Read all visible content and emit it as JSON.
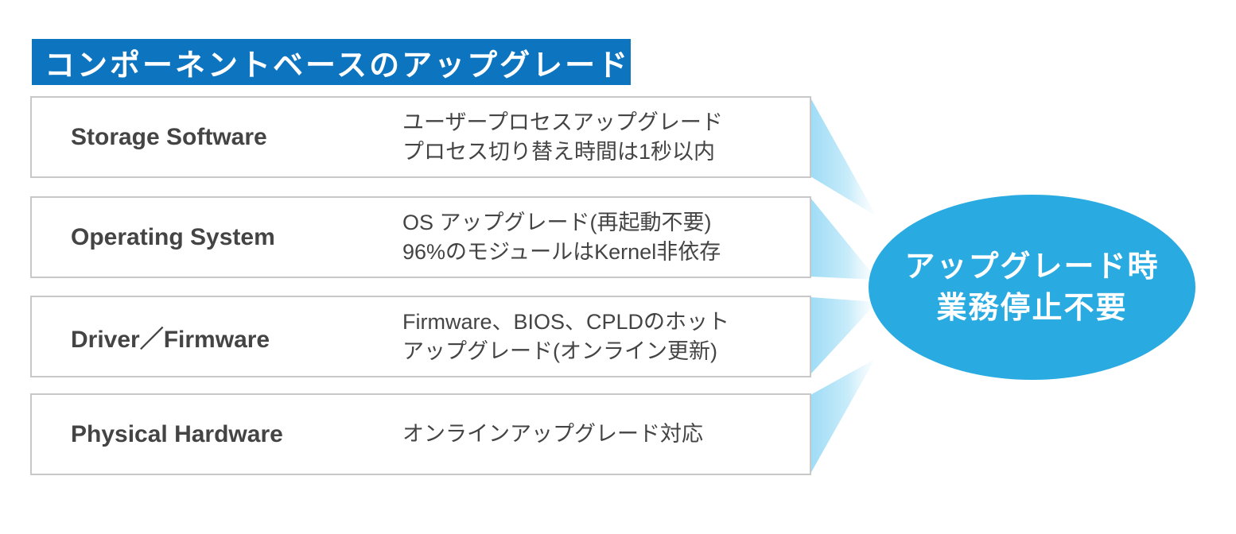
{
  "title": {
    "text": "コンポーネントベースのアップグレード"
  },
  "rows": [
    {
      "label": "Storage Software",
      "desc": [
        "ユーザープロセスアップグレード",
        "プロセス切り替え時間は1秒以内"
      ]
    },
    {
      "label": "Operating System",
      "desc": [
        "OS アップグレード(再起動不要)",
        "96%のモジュールはKernel非依存"
      ]
    },
    {
      "label": "Driver／Firmware",
      "desc": [
        "Firmware、BIOS、CPLDのホット",
        "アップグレード(オンライン更新)"
      ]
    },
    {
      "label": "Physical Hardware",
      "desc": [
        "オンラインアップグレード対応"
      ]
    }
  ],
  "conclusion": {
    "line1": "アップグレード時",
    "line2": "業務停止不要"
  },
  "colors": {
    "banner_blue": "#0d74c0",
    "ellipse_blue": "#29abe2",
    "beam_blue": "#9edcf6",
    "row_border": "#c8c8c8",
    "text_dark": "#444444",
    "title_text": "#ffffff",
    "conclusion_text": "#ffffff"
  }
}
